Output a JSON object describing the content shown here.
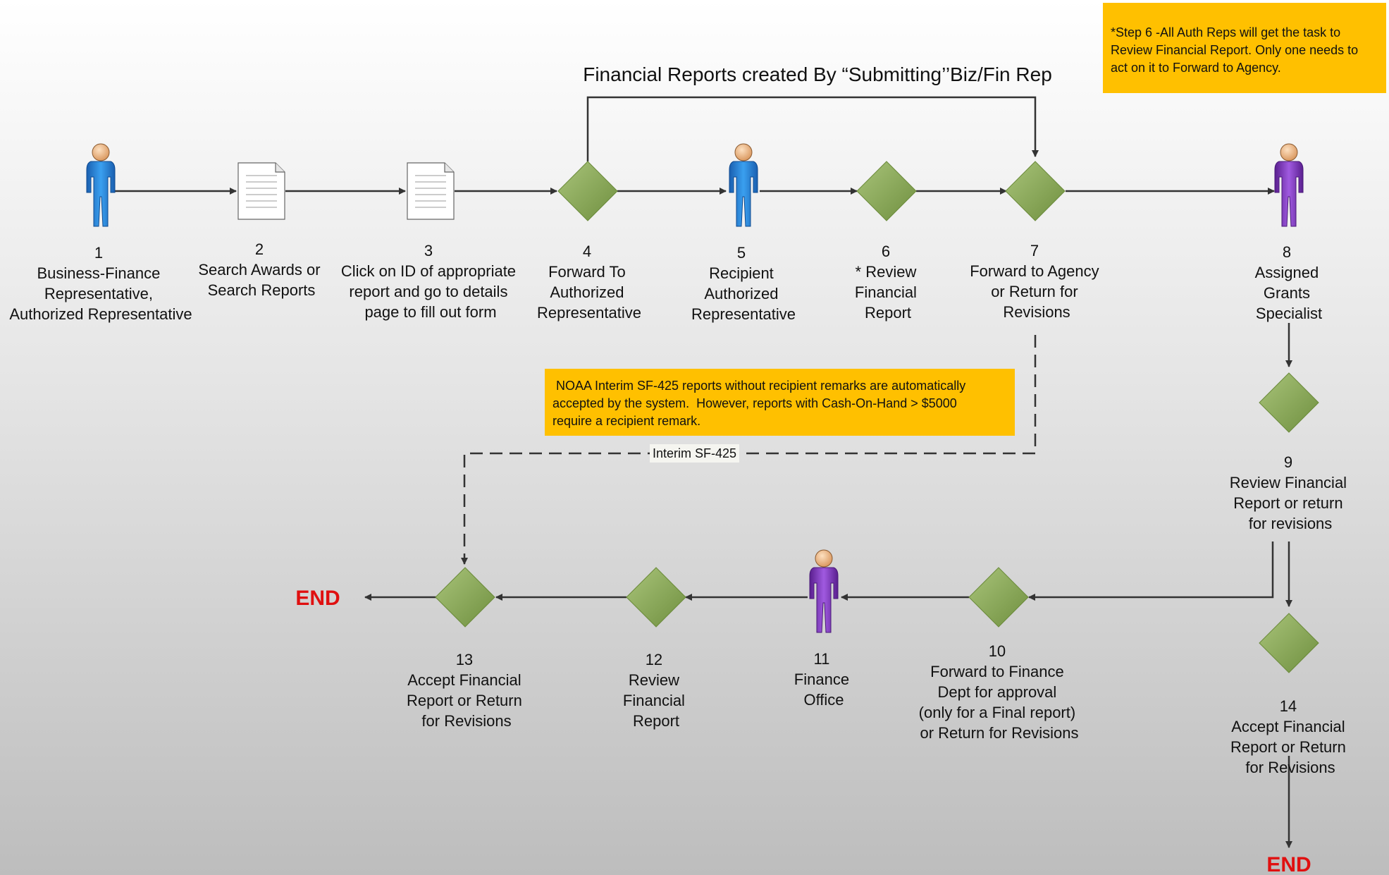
{
  "title": "Financial Reports created By “Submitting’’Biz/Fin Rep",
  "notes": {
    "step6": [
      "*Step 6 -All Auth Reps will get the task to",
      "Review Financial Report. Only one needs to",
      "act on it to Forward to Agency."
    ],
    "noaa": [
      " NOAA Interim SF-425 reports without recipient remarks are automatically",
      "accepted by the system.  However, reports with Cash-On-Hand > $5000",
      "require a recipient remark."
    ]
  },
  "interim_label": "Interim SF-425",
  "end_label": "END",
  "steps": [
    {
      "num": "1",
      "lines": [
        "Business-Finance",
        "Representative,",
        "Authorized Representative"
      ],
      "shape": "person",
      "color": "blue"
    },
    {
      "num": "2",
      "lines": [
        "Search Awards or",
        "Search Reports"
      ],
      "shape": "document"
    },
    {
      "num": "3",
      "lines": [
        "Click on ID of appropriate",
        "report and go to details",
        "page to fill out form"
      ],
      "shape": "document"
    },
    {
      "num": "4",
      "lines": [
        "Forward To",
        "Authorized",
        "Representative"
      ],
      "shape": "decision"
    },
    {
      "num": "5",
      "lines": [
        "Recipient",
        "Authorized",
        "Representative"
      ],
      "shape": "person",
      "color": "blue"
    },
    {
      "num": "6",
      "lines": [
        "* Review",
        "Financial",
        "Report"
      ],
      "shape": "decision"
    },
    {
      "num": "7",
      "lines": [
        "Forward to Agency",
        "or Return for",
        "Revisions"
      ],
      "shape": "decision"
    },
    {
      "num": "8",
      "lines": [
        "Assigned",
        "Grants",
        "Specialist"
      ],
      "shape": "person",
      "color": "purple"
    },
    {
      "num": "9",
      "lines": [
        "Review Financial",
        "Report or return",
        "for revisions"
      ],
      "shape": "decision"
    },
    {
      "num": "10",
      "lines": [
        "Forward to Finance",
        "Dept for approval",
        "(only for a Final report)",
        "or Return for Revisions"
      ],
      "shape": "decision"
    },
    {
      "num": "11",
      "lines": [
        "Finance",
        "Office"
      ],
      "shape": "person",
      "color": "purple"
    },
    {
      "num": "12",
      "lines": [
        "Review",
        "Financial",
        "Report"
      ],
      "shape": "decision"
    },
    {
      "num": "13",
      "lines": [
        "Accept Financial",
        "Report or Return",
        "for Revisions"
      ],
      "shape": "decision"
    },
    {
      "num": "14",
      "lines": [
        "Accept Financial",
        "Report or Return",
        "for Revisions"
      ],
      "shape": "decision"
    }
  ],
  "colors": {
    "decision": "#8aaa55",
    "blue_person": "#2e8ee0",
    "purple_person": "#8a3fc9",
    "note": "#ffc000",
    "end": "#e01010",
    "connector": "#333333"
  }
}
